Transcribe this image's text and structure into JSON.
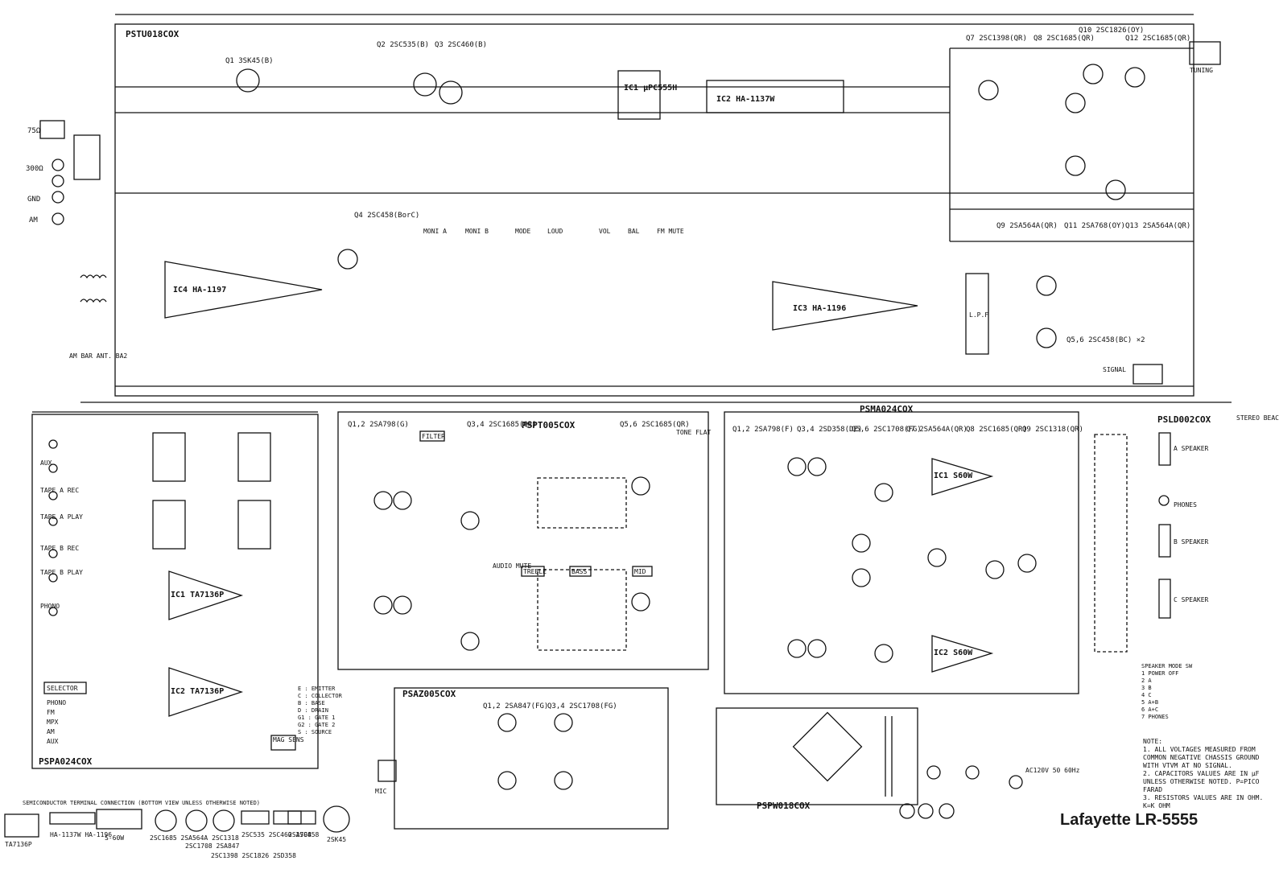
{
  "title": "Lafayette LR-5555",
  "boards": {
    "tuner": "PSTU018COX",
    "preamp_tone": "PSPT005COX",
    "main_amp": "PSMA024COX",
    "phono": "PSPA024COX",
    "tuning_meter": "PSAZ005COX",
    "power": "PSPW018COX",
    "stereo_beacon": "PSLD002COX"
  },
  "ics": {
    "ic1_tuner": "IC1 µPC555H",
    "ic2_tuner": "IC2 HA-1137W",
    "ic3_tuner": "IC3 HA-1196",
    "ic4_tuner": "IC4 HA-1197",
    "ic1_phono": "IC1 TA7136P",
    "ic2_phono": "IC2 TA7136P",
    "ic1_amp": "IC1 S60W",
    "ic2_amp": "IC2 S60W"
  },
  "transistors": {
    "q1": "Q1 3SK45(B)",
    "q2": "Q2 2SC535(B)",
    "q3": "Q3 2SC460(B)",
    "q4": "Q4 2SC458(BorC)",
    "q7_top": "Q7 2SC1398(QR)",
    "q8_top": "Q8 2SC1685(QR)",
    "q10_top": "Q10 2SC1826(OY)",
    "q12_top": "Q12 2SC1685(QR)",
    "q9_bot": "Q9 2SA564A(QR)",
    "q11_bot": "Q11 2SA768(OY)",
    "q13_bot": "Q13 2SA564A(QR)",
    "q56_pre": "Q5,6 2SC458(BC) ×2",
    "pt_q12": "Q1,2 2SA798(G)",
    "pt_q34": "Q3,4 2SC1685(QR)",
    "pt_q56": "Q5,6 2SC1685(QR)",
    "ma_q12": "Q1,2 2SA798(F)",
    "ma_q34": "Q3,4 2SD358(DE)",
    "ma_q56": "Q5,6 2SC1708(FG)",
    "ma_q7": "Q7 2SA564A(QR)",
    "ma_q8": "Q8 2SC1685(QR)",
    "ma_q9": "Q9 2SC1318(QR)",
    "az_q12": "Q1,2 2SA847(FG)",
    "az_q34": "Q3,4 2SC1708(FG)"
  },
  "switches": {
    "s1": "MONI A",
    "s2": "MONI B",
    "s3": "MODE",
    "s4": "LOUD",
    "vol": "VOL",
    "bal": "BAL",
    "fm_mute": "FM MUTE",
    "filter": "FILTER",
    "tone_flat": "TONE FLAT",
    "audio_mute": "AUDIO MUTE",
    "treble": "TREBLE",
    "bass": "BASS",
    "mid": "MID",
    "selector": "SELECTOR",
    "mag_sens": "MAG SENS",
    "lpf": "L.P.F"
  },
  "inputs": {
    "ant_75": "75Ω",
    "ant_300": "300Ω",
    "gnd": "GND",
    "am": "AM",
    "am_bar": "AM BAR ANT. BA2",
    "aux": "AUX",
    "tape_a_rec": "TAPE A REC",
    "tape_a_play": "TAPE A PLAY",
    "tape_b_rec": "TAPE B REC",
    "tape_b_play": "TAPE B PLAY",
    "phono": "PHONO",
    "mic": "MIC",
    "signal": "SIGNAL",
    "tuning": "TUNING",
    "phones": "PHONES",
    "a_speaker": "A SPEAKER",
    "b_speaker": "B SPEAKER",
    "c_speaker": "C SPEAKER",
    "ac": "AC120V 50 60Hz",
    "stereo_beacon": "STEREO BEACON"
  },
  "selector_options": [
    "PHONO",
    "FM",
    "MPX",
    "AM",
    "AUX"
  ],
  "terminal_legend": [
    "E : EMITTER",
    "C : COLLECTOR",
    "B : BASE",
    "D : DRAIN",
    "G1 : GATE 1",
    "G2 : GATE 2",
    "S : SOURCE"
  ],
  "speaker_mode": [
    "SPEAKER MODE SW",
    "1 POWER OFF",
    "2 A",
    "3 B",
    "4 C",
    "5 A+B",
    "6 A+C",
    "7 PHONES"
  ],
  "notes": [
    "NOTE:",
    "1. ALL VOLTAGES MEASURED FROM COMMON NEGATIVE CHASSIS GROUND WITH VTVM AT NO SIGNAL.",
    "2. CAPACITORS VALUES ARE IN µF UNLESS OTHERWISE NOTED. P=PICO FARAD",
    "3. RESISTORS VALUES ARE IN OHM. K=K OHM"
  ],
  "semiconductor_caption": "SEMICONDUCTOR TERMINAL CONNECTION (BOTTOM VIEW UNLESS OTHERWISE NOTED)",
  "semiconductor_parts": [
    "TA7136P",
    "HA-1137W HA-1196",
    "S-60W",
    "2SC1685 2SA564A 2SC1318",
    "2SC1708 2SA847",
    "2SC1398 2SC1826 2SD358",
    "2SC535 2SC460 2SC458",
    "2SA798",
    "2SK45"
  ],
  "colors": {
    "ink": "#111111",
    "paper": "#ffffff"
  }
}
